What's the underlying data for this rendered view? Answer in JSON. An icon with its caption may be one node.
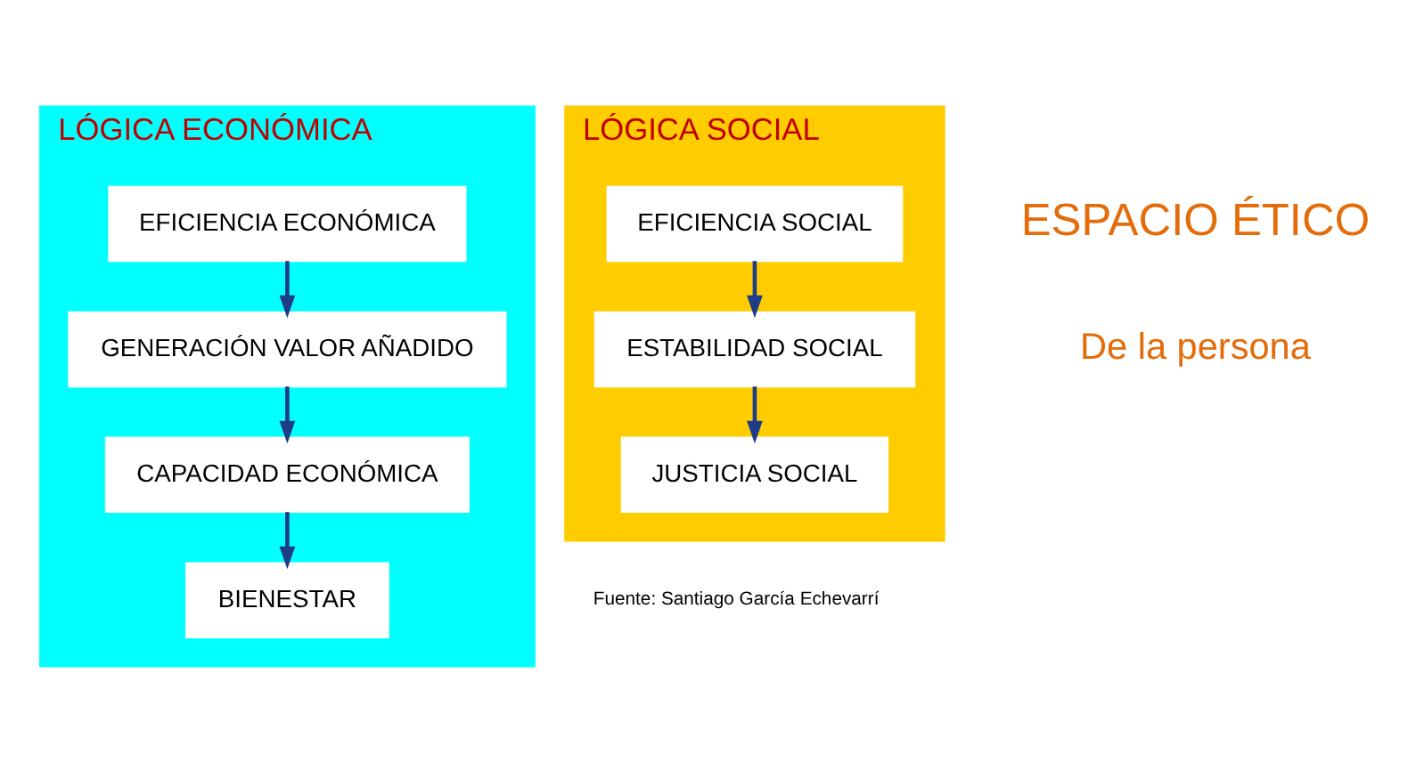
{
  "diagram": {
    "nodes": [
      {
        "text": [
          "LÓGICA ECONÓMICA"
        ]
      },
      {
        "text": [
          "EFICIENCIA ECONÓMICA"
        ],
        "in": 0
      },
      {
        "text": [
          "GENERACIÓN VALOR AÑADIDO"
        ],
        "in": 0
      },
      {
        "text": [
          "CAPACIDAD ECONÓMICA"
        ],
        "in": 0
      },
      {
        "text": [
          "BIENESTAR"
        ],
        "in": 0
      },
      {
        "text": [
          "LÓGICA SOCIAL"
        ]
      },
      {
        "text": [
          "EFICIENCIA SOCIAL"
        ],
        "in": 5
      },
      {
        "text": [
          "ESTABILIDAD SOCIAL"
        ],
        "in": 5
      },
      {
        "text": [
          "JUSTICIA SOCIAL"
        ],
        "in": 5
      }
    ],
    "edges": [
      {
        "from": 1,
        "to": 2,
        "arrow": "to"
      },
      {
        "from": 2,
        "to": 3,
        "arrow": "to"
      },
      {
        "from": 3,
        "to": 4,
        "arrow": "to"
      },
      {
        "from": 6,
        "to": 7,
        "arrow": "to"
      },
      {
        "from": 7,
        "to": 8,
        "arrow": "to"
      }
    ],
    "labels": [
      "ESPACIO ÉTICO",
      "De la persona",
      "Fuente: Santiago García Echevarrí"
    ]
  }
}
